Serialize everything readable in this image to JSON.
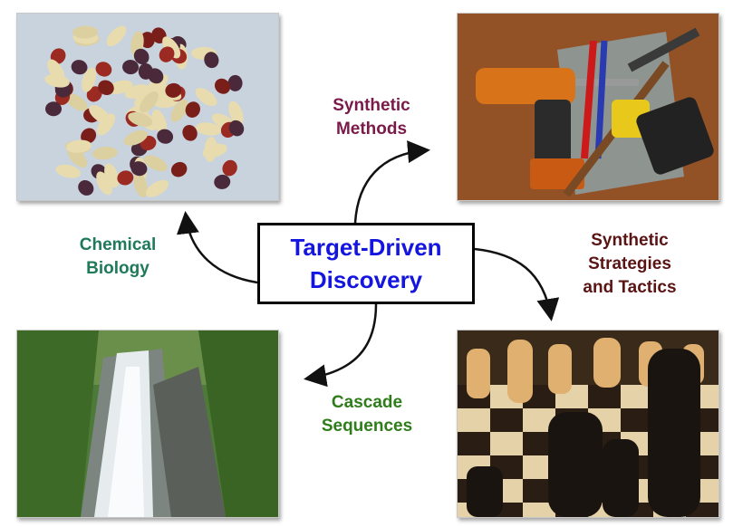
{
  "center": {
    "line1": "Target-Driven",
    "line2": "Discovery",
    "color": "#1515e0"
  },
  "labels": {
    "synthetic_methods": {
      "line1": "Synthetic",
      "line2": "Methods",
      "color": "#7a1a4a"
    },
    "chemical_biology": {
      "line1": "Chemical",
      "line2": "Biology",
      "color": "#1f7a5a"
    },
    "synthetic_strategies": {
      "line1": "Synthetic",
      "line2": "Strategies",
      "line3": "and Tactics",
      "color": "#5a1414"
    },
    "cascade_sequences": {
      "line1": "Cascade",
      "line2": "Sequences",
      "color": "#2e7d1a"
    }
  },
  "images": {
    "top_left": "pills-photo",
    "top_right": "tools-photo",
    "bottom_left": "waterfall-photo",
    "bottom_right": "chess-photo"
  }
}
